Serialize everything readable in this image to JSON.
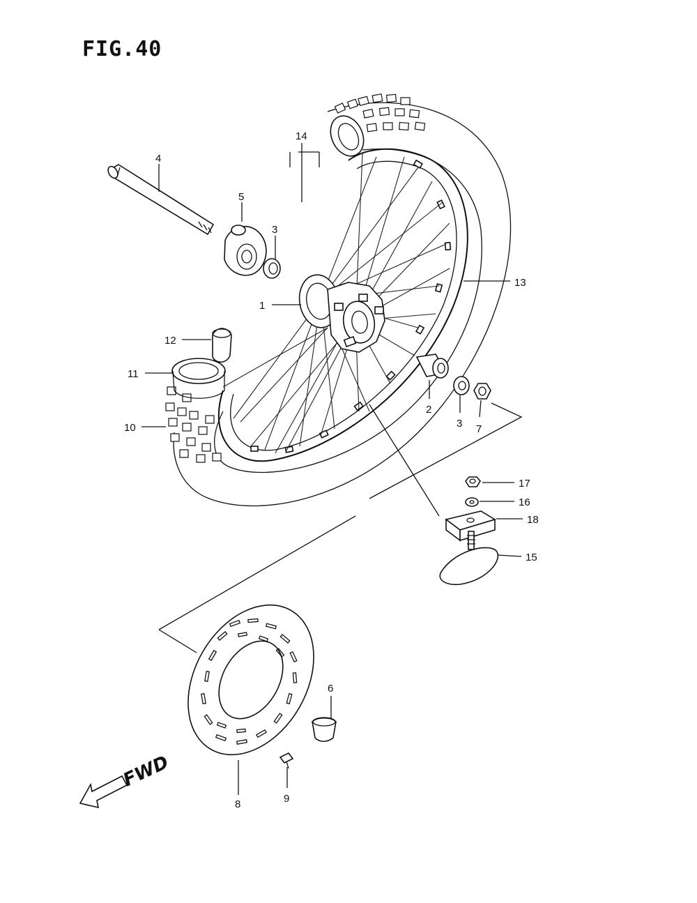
{
  "figure": {
    "title": "FIG.40"
  },
  "direction_label": "FWD",
  "callouts": [
    {
      "id": "1",
      "label": "1"
    },
    {
      "id": "2",
      "label": "2"
    },
    {
      "id": "3a",
      "label": "3"
    },
    {
      "id": "3b",
      "label": "3"
    },
    {
      "id": "4",
      "label": "4"
    },
    {
      "id": "5",
      "label": "5"
    },
    {
      "id": "6",
      "label": "6"
    },
    {
      "id": "7",
      "label": "7"
    },
    {
      "id": "8",
      "label": "8"
    },
    {
      "id": "9",
      "label": "9"
    },
    {
      "id": "10",
      "label": "10"
    },
    {
      "id": "11",
      "label": "11"
    },
    {
      "id": "12",
      "label": "12"
    },
    {
      "id": "13",
      "label": "13"
    },
    {
      "id": "14",
      "label": "14"
    },
    {
      "id": "15",
      "label": "15"
    },
    {
      "id": "16",
      "label": "16"
    },
    {
      "id": "17",
      "label": "17"
    },
    {
      "id": "18",
      "label": "18"
    }
  ]
}
